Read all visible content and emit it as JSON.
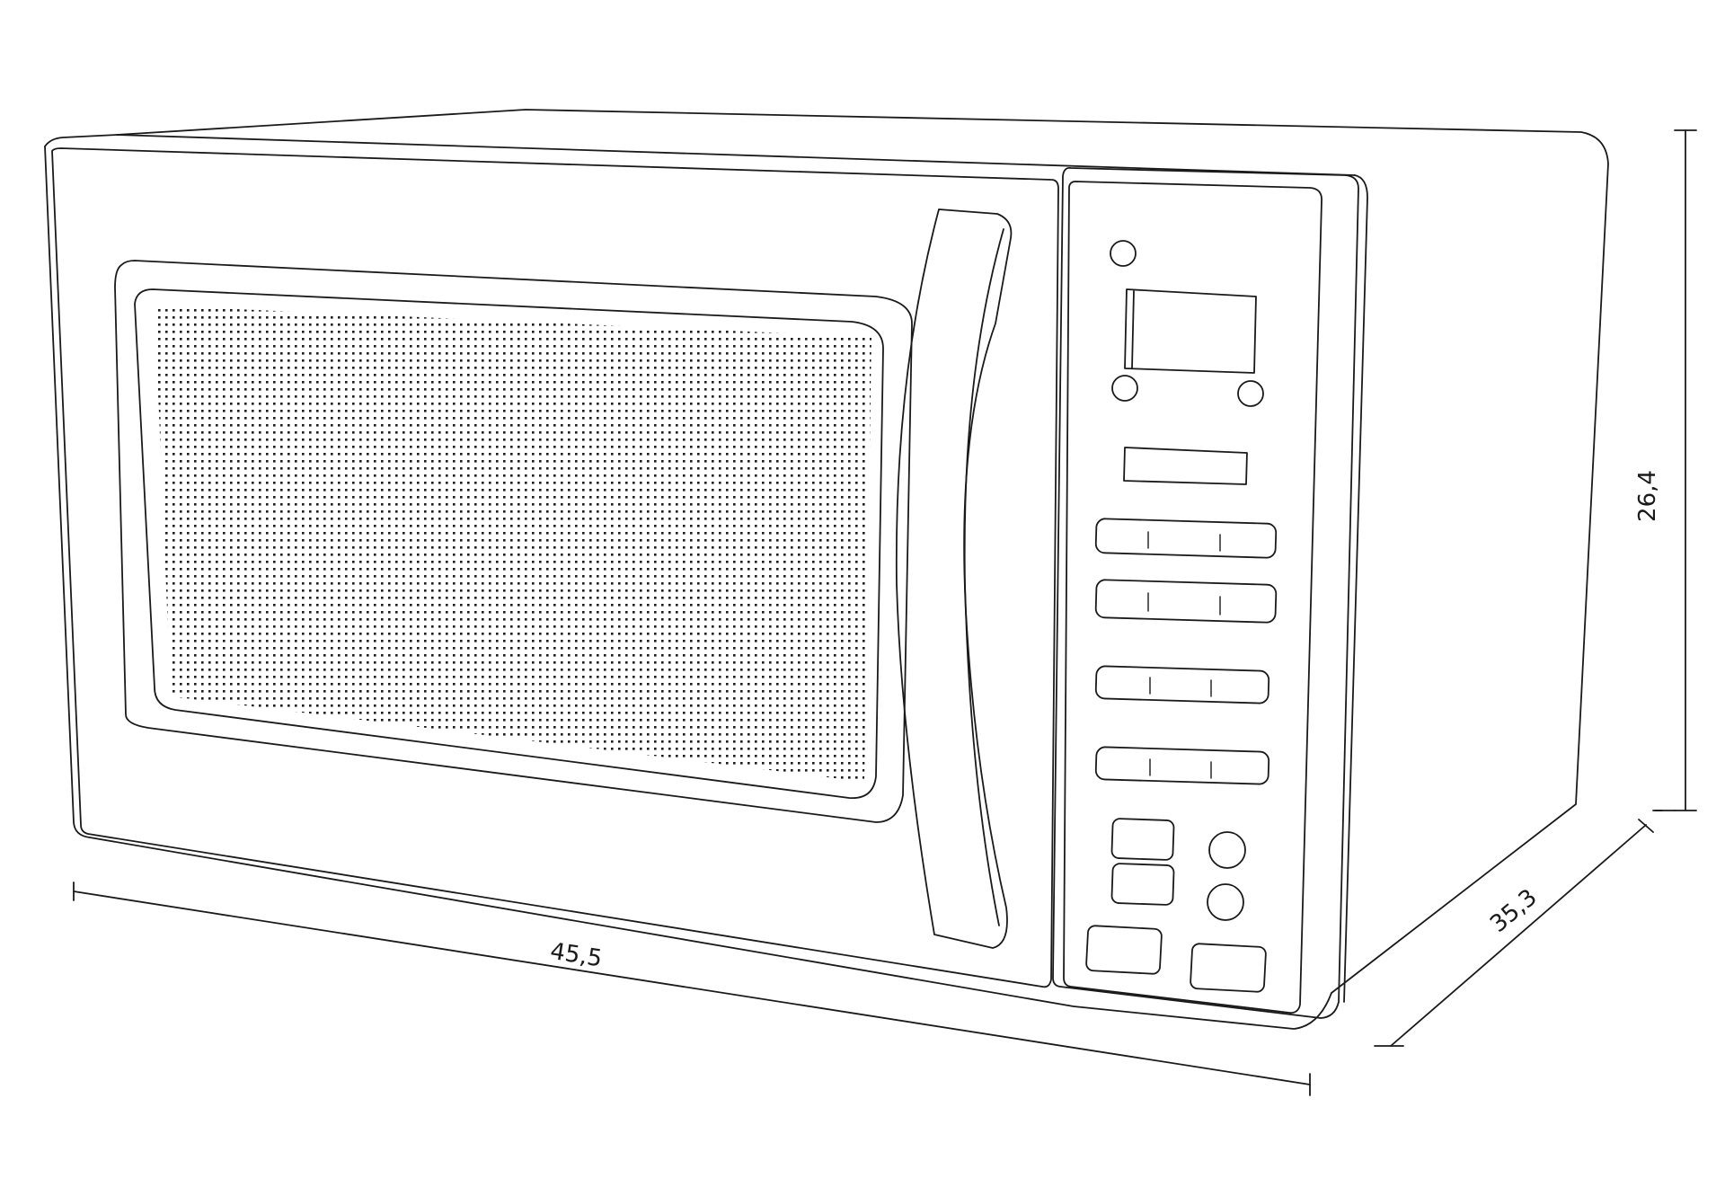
{
  "colors": {
    "line": "#1a1a1a",
    "background": "#ffffff"
  },
  "dimensions": {
    "width": "45,5",
    "height": "26,4",
    "depth": "35,3"
  },
  "icons": {
    "product": "microwave-oven-line-drawing"
  }
}
